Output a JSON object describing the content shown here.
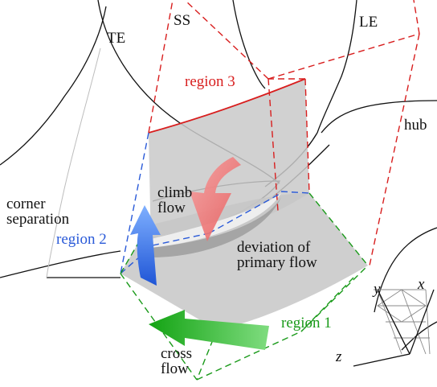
{
  "labels": {
    "te": "TE",
    "ss": "SS",
    "le": "LE",
    "hub": "hub",
    "region3": "region 3",
    "region2": "region 2",
    "region1": "region 1",
    "corner_separation": "corner\nseparation",
    "climb_flow": "climb\nflow",
    "deviation": "deviation of\nprimary flow",
    "cross_flow": "cross\nflow",
    "axis_x": "x",
    "axis_y": "y",
    "axis_z": "z"
  },
  "colors": {
    "region1": "#1a9a1a",
    "region2": "#2a5ad8",
    "region3": "#d81e1e",
    "surface": "#c9c9c9",
    "climb_arrow": "#ee6b6b",
    "region2_arrow": "#3a78e8",
    "cross_arrow": "#22b022",
    "outline": "#111111"
  }
}
